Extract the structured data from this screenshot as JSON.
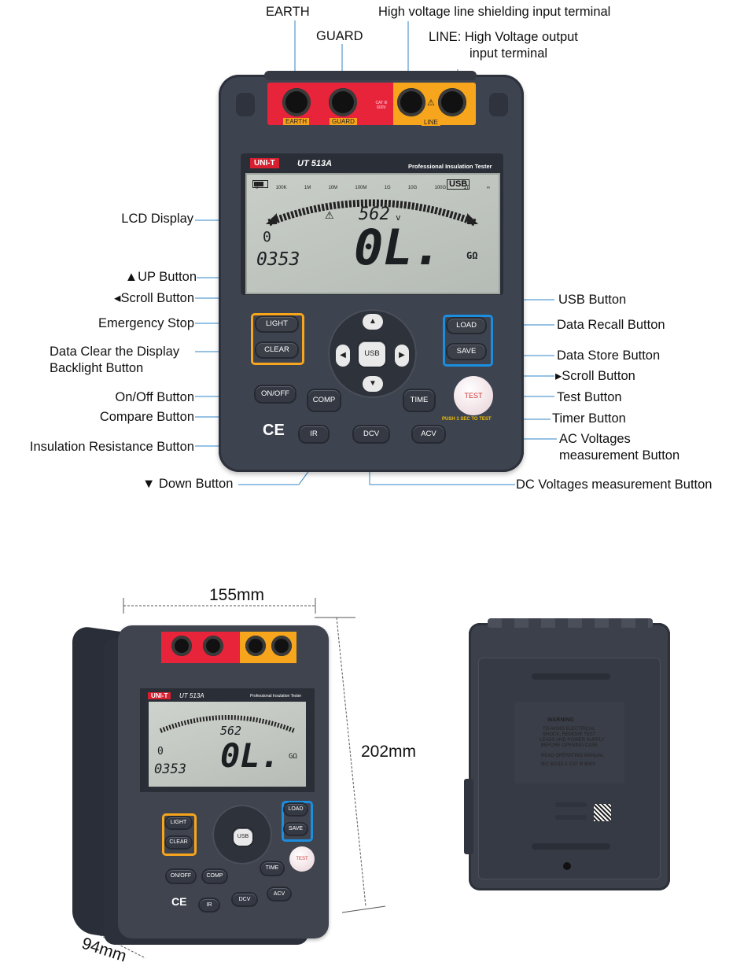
{
  "callouts": {
    "earth": "EARTH",
    "guard": "GUARD",
    "shield": "High voltage line shielding input terminal",
    "line_1": "LINE: High Voltage output",
    "line_2": "input terminal",
    "lcd": "LCD Display",
    "up": "▲UP Button",
    "scroll_left": "◂Scroll Button",
    "emergency": "Emergency Stop",
    "clear_1": "Data Clear the Display",
    "clear_2": "Backlight Button",
    "onoff": "On/Off Button",
    "compare": "Compare Button",
    "ir": "Insulation Resistance Button",
    "down": "▼ Down Button",
    "usb": "USB Button",
    "recall": "Data Recall Button",
    "store": "Data Store Button",
    "scroll_right": "▸Scroll Button",
    "test": "Test Button",
    "timer": "Timer Button",
    "ac_1": "AC Voltages",
    "ac_2": "measurement Button",
    "dc": "DC Voltages measurement Button"
  },
  "device": {
    "brand": "UNI-T",
    "model": "UT 513A",
    "product_title": "Professional Insulation Tester",
    "terminals": {
      "earth": "EARTH",
      "guard": "GUARD",
      "line": "LINE",
      "cat": "CAT III 600V"
    },
    "lcd": {
      "scale": [
        "0",
        "100K",
        "1M",
        "10M",
        "100M",
        "1G",
        "10G",
        "100G",
        "1T",
        "∞"
      ],
      "usb": "USB",
      "voltage": "562",
      "voltage_unit": "v",
      "reading": "0L.",
      "unit": "GΩ",
      "left_top": "0",
      "left_bottom": "0353"
    },
    "buttons": {
      "light": "LIGHT",
      "clear": "CLEAR",
      "onoff": "ON/OFF",
      "comp": "COMP",
      "ir": "IR",
      "dcv": "DCV",
      "acv": "ACV",
      "time": "TIME",
      "usb": "USB",
      "load": "LOAD",
      "save": "SAVE",
      "test": "TEST",
      "up": "▲",
      "down": "▼",
      "left": "◀",
      "right": "▶"
    },
    "test_hint": "PUSH 1 SEC TO TEST",
    "ce": "CE"
  },
  "dimensions": {
    "width": "155mm",
    "height": "202mm",
    "depth": "94mm"
  },
  "back_label": {
    "warning": "WARNING",
    "line1": "TO AVOID ELECTRICAL",
    "line2": "SHOCK, REMOVE TEST",
    "line3": "LEADS AND POWER SUPPLY",
    "line4": "BEFORE OPENING CASE.",
    "line5": "READ OPERATING MANUAL",
    "line6": "IEC 61010-1 CAT III 600V"
  }
}
